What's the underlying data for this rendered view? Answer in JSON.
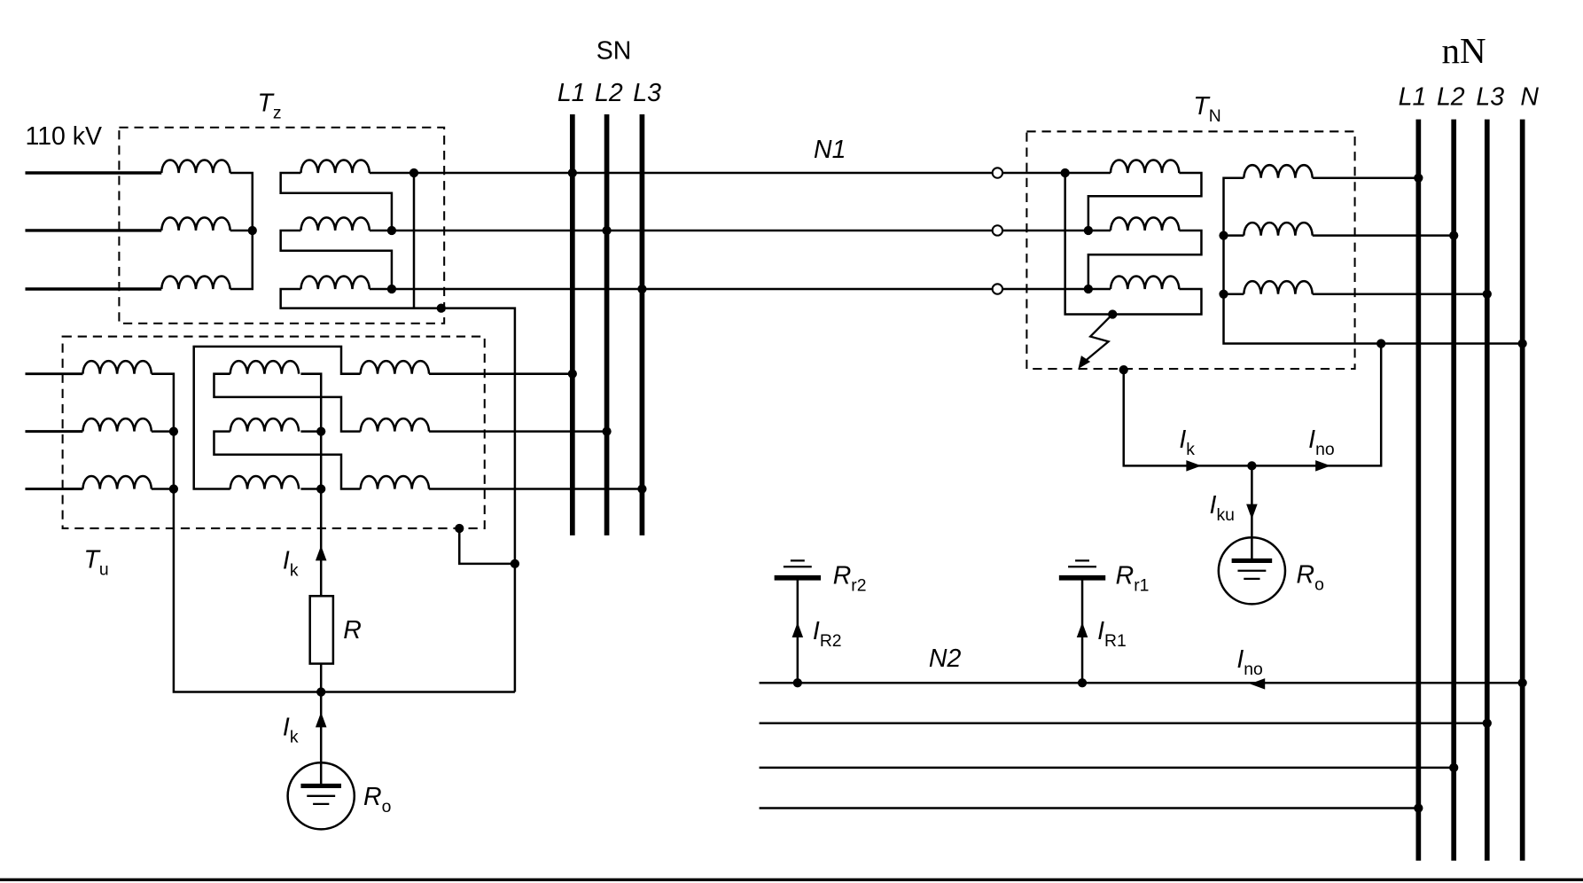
{
  "diagram": {
    "hv_network_voltage": "110 kV",
    "zigzag_transformer": {
      "symbol": "T",
      "sub": "z"
    },
    "auxiliary_transformer": {
      "symbol": "T",
      "sub": "u"
    },
    "network_transformer": {
      "symbol": "T",
      "sub": "N"
    },
    "medium_voltage_bus": {
      "title": "SN",
      "conductors": [
        "L1",
        "L2",
        "L3"
      ]
    },
    "low_voltage_bus": {
      "title": "nN",
      "conductors": [
        "L1",
        "L2",
        "L3",
        "N"
      ]
    },
    "line_n1": "N1",
    "line_n2": "N2",
    "grounding_resistor": "R",
    "currents": {
      "ik_resistor_upper": {
        "symbol": "I",
        "sub": "k"
      },
      "ik_resistor_lower": {
        "symbol": "I",
        "sub": "k"
      },
      "ik_fault": {
        "symbol": "I",
        "sub": "k"
      },
      "ino_fault": {
        "symbol": "I",
        "sub": "no"
      },
      "iku": {
        "symbol": "I",
        "sub": "ku"
      },
      "ir2": {
        "symbol": "I",
        "sub": "R2"
      },
      "ir1": {
        "symbol": "I",
        "sub": "R1"
      },
      "ino_return": {
        "symbol": "I",
        "sub": "no"
      }
    },
    "earth_resistances": {
      "ro_neutral": {
        "symbol": "R",
        "sub": "o"
      },
      "ro_fault": {
        "symbol": "R",
        "sub": "o"
      },
      "rr2": {
        "symbol": "R",
        "sub": "r2"
      },
      "rr1": {
        "symbol": "R",
        "sub": "r1"
      }
    }
  }
}
